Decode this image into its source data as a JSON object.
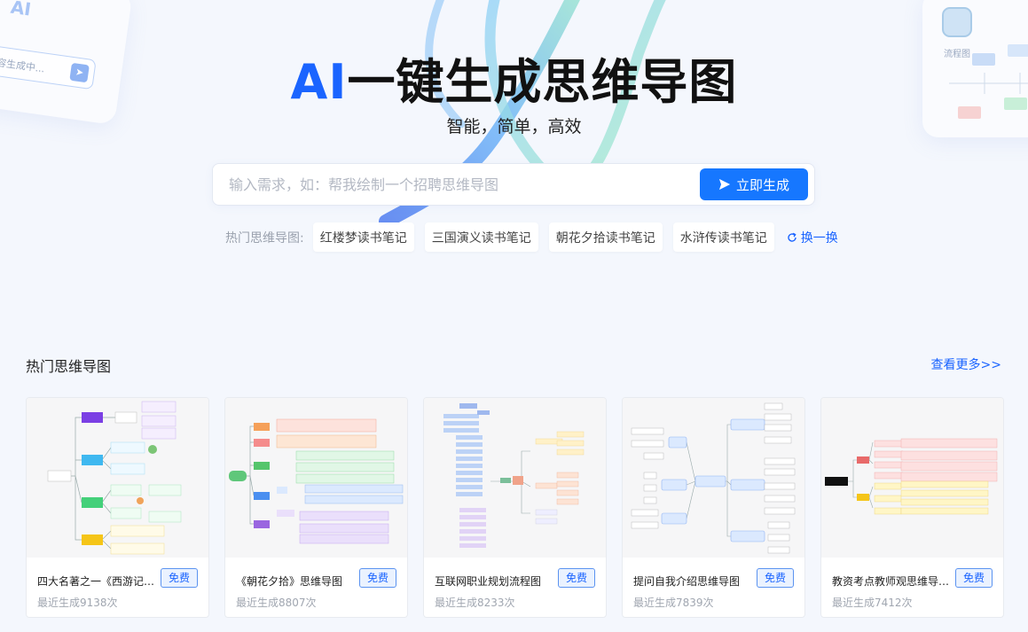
{
  "hero": {
    "title_ai": "AI",
    "title_rest": "一键生成思维导图",
    "subtitle": "智能，简单，高效"
  },
  "decor": {
    "left_label": "AI",
    "left_input_text": "容生成中...",
    "right_label": "流程图"
  },
  "search": {
    "placeholder": "输入需求，如：帮我绘制一个招聘思维导图",
    "button_label": "立即生成",
    "accent": "#1677ff"
  },
  "hot_tags": {
    "label": "热门思维导图:",
    "items": [
      "红楼梦读书笔记",
      "三国演义读书笔记",
      "朝花夕拾读书笔记",
      "水浒传读书笔记"
    ],
    "refresh_label": "换一换"
  },
  "section": {
    "title": "热门思维导图",
    "view_more": "查看更多>>"
  },
  "cards": [
    {
      "title": "四大名著之一《西游记》思维导图",
      "badge": "免费",
      "meta": "最近生成9138次",
      "thumb": "mindmap-tree"
    },
    {
      "title": "《朝花夕拾》思维导图",
      "badge": "免费",
      "meta": "最近生成8807次",
      "thumb": "mindmap-colored"
    },
    {
      "title": "互联网职业规划流程图",
      "badge": "免费",
      "meta": "最近生成8233次",
      "thumb": "mindmap-dense"
    },
    {
      "title": "提问自我介绍思维导图",
      "badge": "免费",
      "meta": "最近生成7839次",
      "thumb": "mindmap-blue"
    },
    {
      "title": "教资考点教师观思维导图流程图",
      "badge": "免费",
      "meta": "最近生成7412次",
      "thumb": "mindmap-red-yellow"
    }
  ]
}
